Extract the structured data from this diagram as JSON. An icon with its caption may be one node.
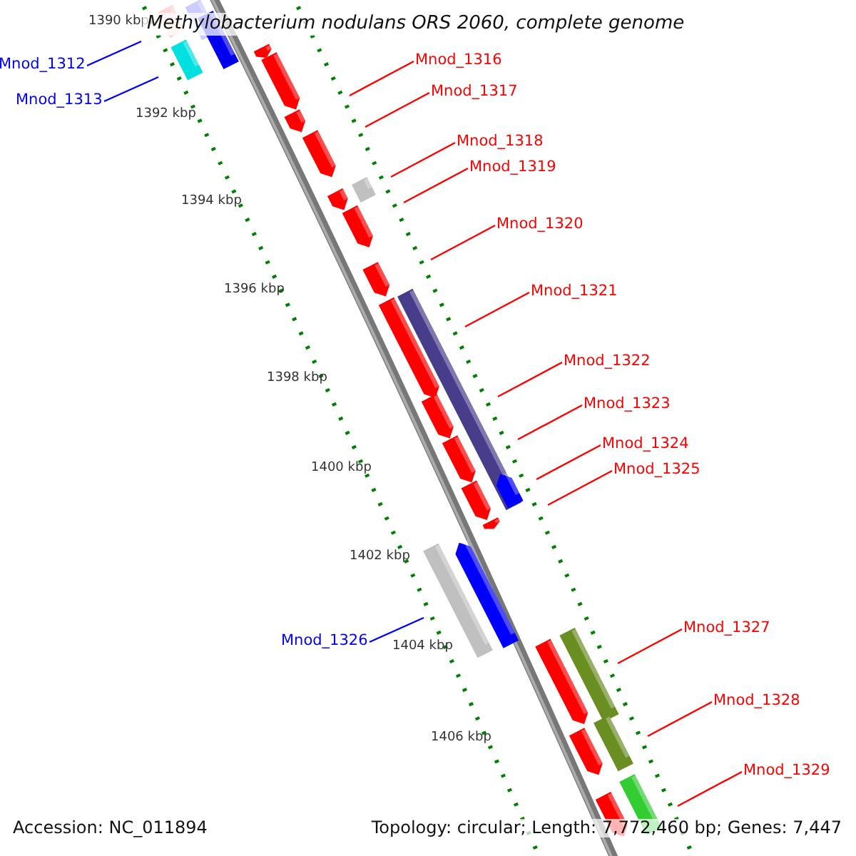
{
  "diagram": {
    "title": "Methylobacterium nodulans ORS 2060, complete genome",
    "nodes": [
      {
        "text": [
          "Mnod_1312"
        ]
      },
      {
        "text": [
          "Mnod_1313"
        ]
      },
      {
        "text": [
          "Mnod_1316"
        ]
      },
      {
        "text": [
          "Mnod_1317"
        ]
      },
      {
        "text": [
          "Mnod_1318"
        ]
      },
      {
        "text": [
          "Mnod_1319"
        ]
      },
      {
        "text": [
          "Mnod_1320"
        ]
      },
      {
        "text": [
          "Mnod_1321"
        ]
      },
      {
        "text": [
          "Mnod_1322"
        ]
      },
      {
        "text": [
          "Mnod_1323"
        ]
      },
      {
        "text": [
          "Mnod_1324"
        ]
      },
      {
        "text": [
          "Mnod_1325"
        ]
      },
      {
        "text": [
          "Mnod_1326"
        ]
      },
      {
        "text": [
          "Mnod_1327"
        ]
      },
      {
        "text": [
          "Mnod_1328"
        ]
      },
      {
        "text": [
          "Mnod_1329"
        ]
      }
    ],
    "edges": [
      {
        "from": 0,
        "to": null,
        "arrow": "none",
        "color": "#0000ff"
      },
      {
        "from": 1,
        "to": null,
        "arrow": "none",
        "color": "#0000ff"
      },
      {
        "from": 2,
        "to": null,
        "arrow": "none"
      },
      {
        "from": 3,
        "to": null,
        "arrow": "none"
      },
      {
        "from": 4,
        "to": null,
        "arrow": "none"
      },
      {
        "from": 5,
        "to": null,
        "arrow": "none"
      },
      {
        "from": 6,
        "to": null,
        "arrow": "none"
      },
      {
        "from": 7,
        "to": null,
        "arrow": "none"
      },
      {
        "from": 8,
        "to": null,
        "arrow": "none"
      },
      {
        "from": 9,
        "to": null,
        "arrow": "none"
      },
      {
        "from": 10,
        "to": null,
        "arrow": "none"
      },
      {
        "from": 11,
        "to": null,
        "arrow": "none"
      },
      {
        "from": 12,
        "to": null,
        "arrow": "none",
        "color": "#0000ff"
      },
      {
        "from": 13,
        "to": null,
        "arrow": "none"
      },
      {
        "from": 14,
        "to": null,
        "arrow": "none"
      },
      {
        "from": 15,
        "to": null,
        "arrow": "none"
      }
    ],
    "labels": [
      "1390 kbp",
      "1392 kbp",
      "1394 kbp",
      "1396 kbp",
      "1398 kbp",
      "1400 kbp",
      "1402 kbp",
      "1404 kbp",
      "1406 kbp",
      "Accession: NC_011894",
      "Topology: circular; Length: 7,772,460 bp; Genes: 7,447"
    ]
  }
}
